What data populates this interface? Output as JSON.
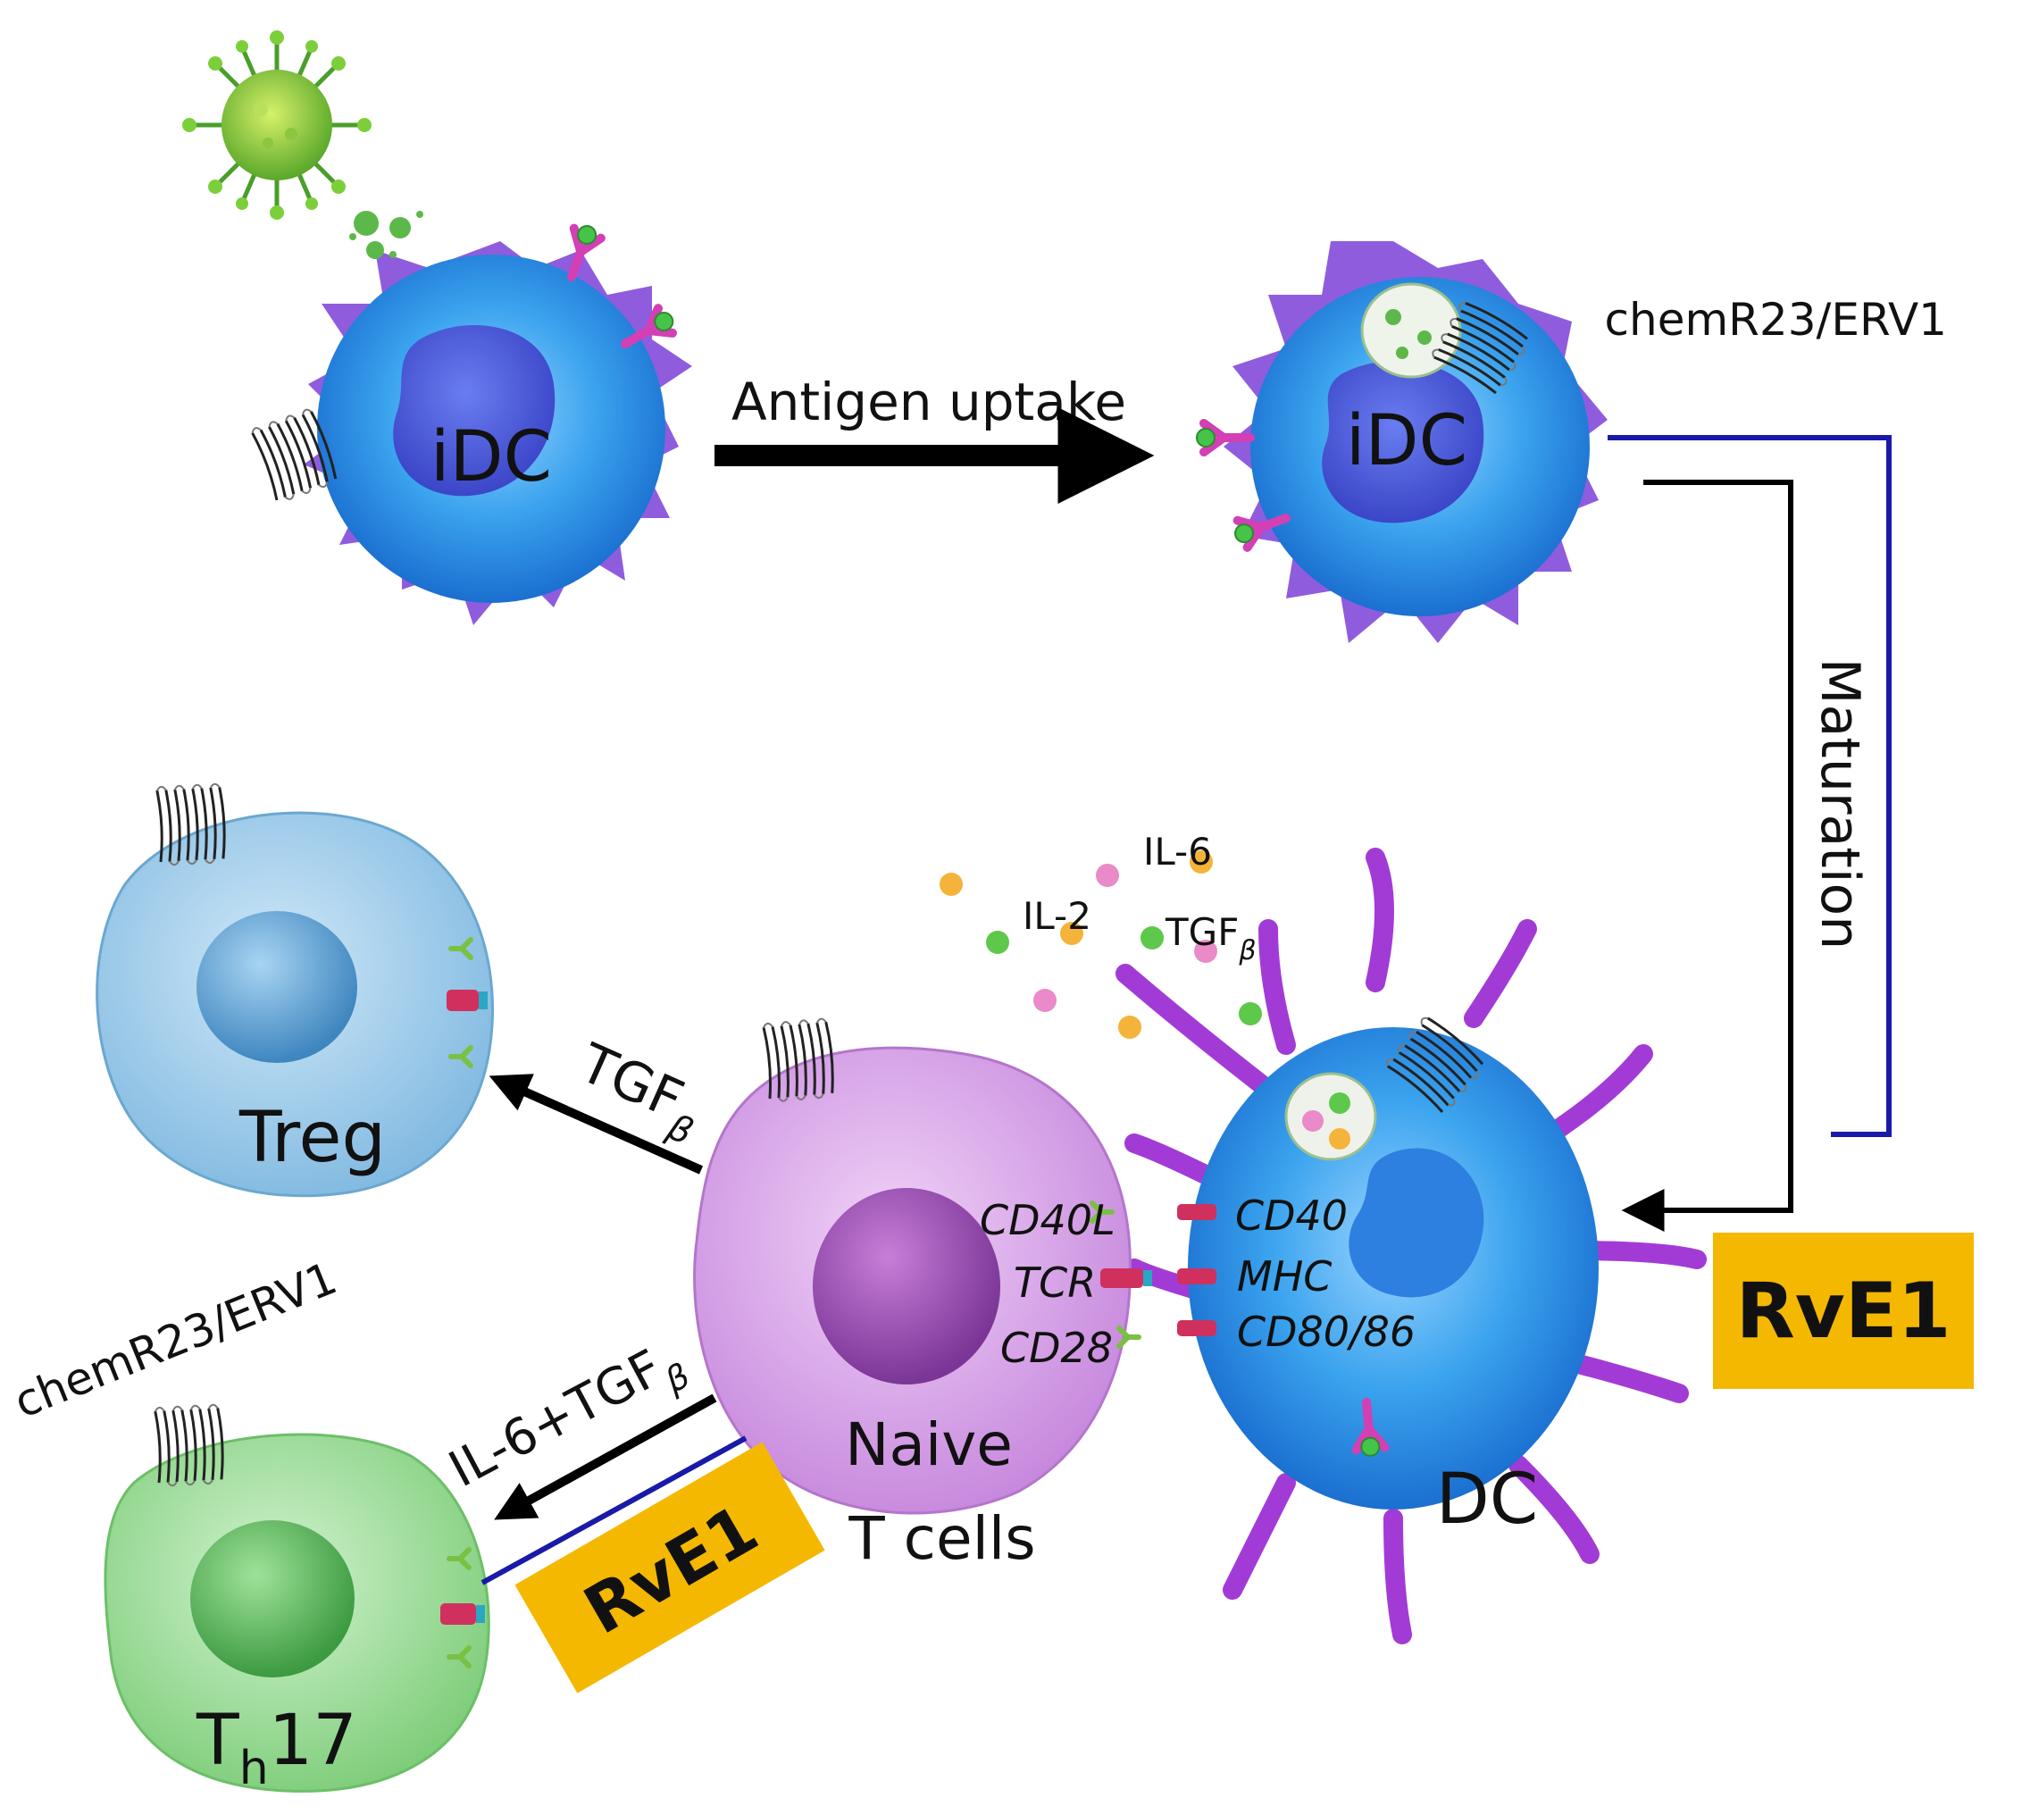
{
  "labels": {
    "idc_left": "iDC",
    "idc_right": "iDC",
    "antigen_uptake": "Antigen uptake",
    "chemr23_top": "chemR23/ERV1",
    "chemr23_left": "chemR23/ERV1",
    "maturation": "Maturation",
    "rve1_right": "RvE1",
    "rve1_bottom": "RvE1",
    "il6": "IL-6",
    "il2": "IL-2",
    "tgf_cyto": "TGF",
    "beta": "β",
    "tgf_treg": "TGF",
    "il6_tgf": "IL-6+TGF",
    "treg": "Treg",
    "th": "T",
    "th_sub": "h",
    "th_num": "17",
    "naive": "Naive",
    "tcells": "T cells",
    "dc": "DC",
    "cd40l": "CD40L",
    "tcr": "TCR",
    "cd28": "CD28",
    "cd40": "CD40",
    "mhc": "MHC",
    "cd8086": "CD80/86"
  },
  "colors": {
    "dc_blue": "#2f9be8",
    "dc_purple": "#a23bd6",
    "treg": "#8fc6e8",
    "th17": "#8fd68a",
    "naive": "#d49be6",
    "rve1_box": "#f5b800",
    "inhibit_line": "#1a1aa8",
    "arrow": "#000000"
  }
}
